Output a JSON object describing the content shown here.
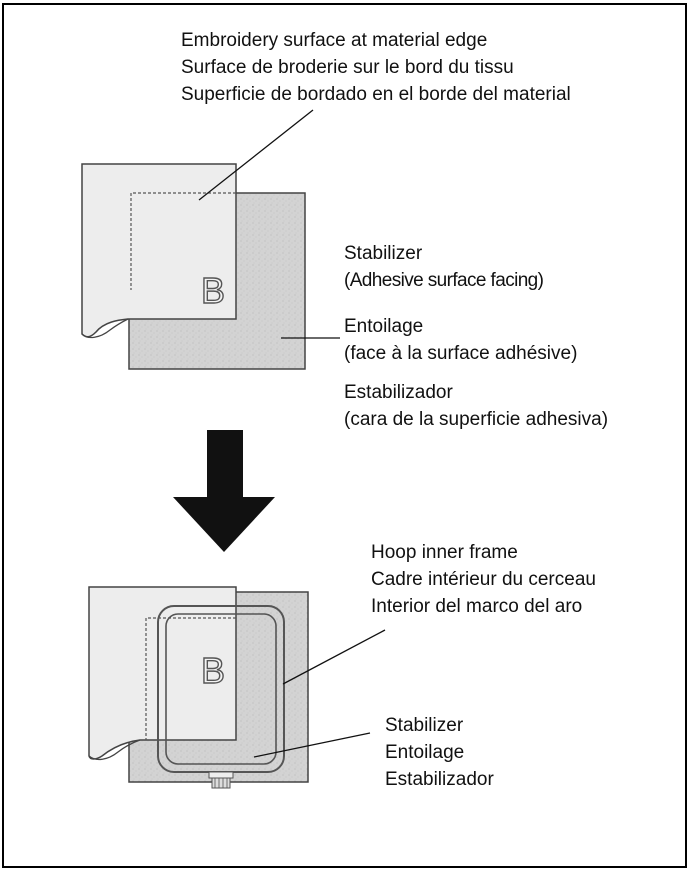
{
  "top_labels": {
    "embroidery_surface": [
      "Embroidery surface at material edge",
      "Surface de broderie sur le bord du tissu",
      "Superficie de bordado en el borde del material"
    ],
    "stabilizer_en": [
      "Stabilizer",
      "(Adhesive surface facing)"
    ],
    "stabilizer_fr": [
      "Entoilage",
      "(face à la surface adhésive)"
    ],
    "stabilizer_es": [
      "Estabilizador",
      "(cara de la superficie adhesiva)"
    ]
  },
  "bottom_labels": {
    "hoop_inner_frame": [
      "Hoop inner frame",
      "Cadre intérieur du cerceau",
      "Interior del marco del aro"
    ],
    "stabilizer": [
      "Stabilizer",
      "Entoilage",
      "Estabilizador"
    ]
  },
  "letter_mark": "B",
  "colors": {
    "border": "#000000",
    "fabric": "#ececec",
    "stabilizer": "#d2d2d2",
    "arrow": "#111111"
  }
}
